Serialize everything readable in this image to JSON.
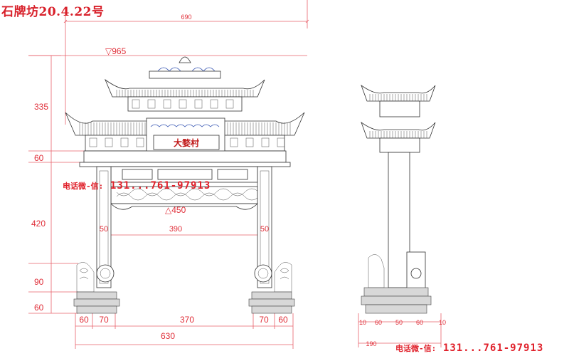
{
  "title": "石牌坊20.4.22号",
  "plaque": "大婺村",
  "contact": {
    "label": "电话微-信:",
    "number": "131...761-97913"
  },
  "dimensions": {
    "top_width": "690",
    "roof_width": "▽965",
    "lintel_width": "△450",
    "opening": "390",
    "pillar_left": "50",
    "pillar_right": "50",
    "h_top": "335",
    "h_beam": "60",
    "h_body": "420",
    "h_base": "90",
    "h_plinth": "60",
    "b_60a": "60",
    "b_70a": "70",
    "b_370": "370",
    "b_70b": "70",
    "b_60b": "60",
    "total": "630",
    "s_10a": "10",
    "s_60a": "60",
    "s_50": "50",
    "s_60b": "60",
    "s_10b": "10",
    "s_190": "190"
  }
}
